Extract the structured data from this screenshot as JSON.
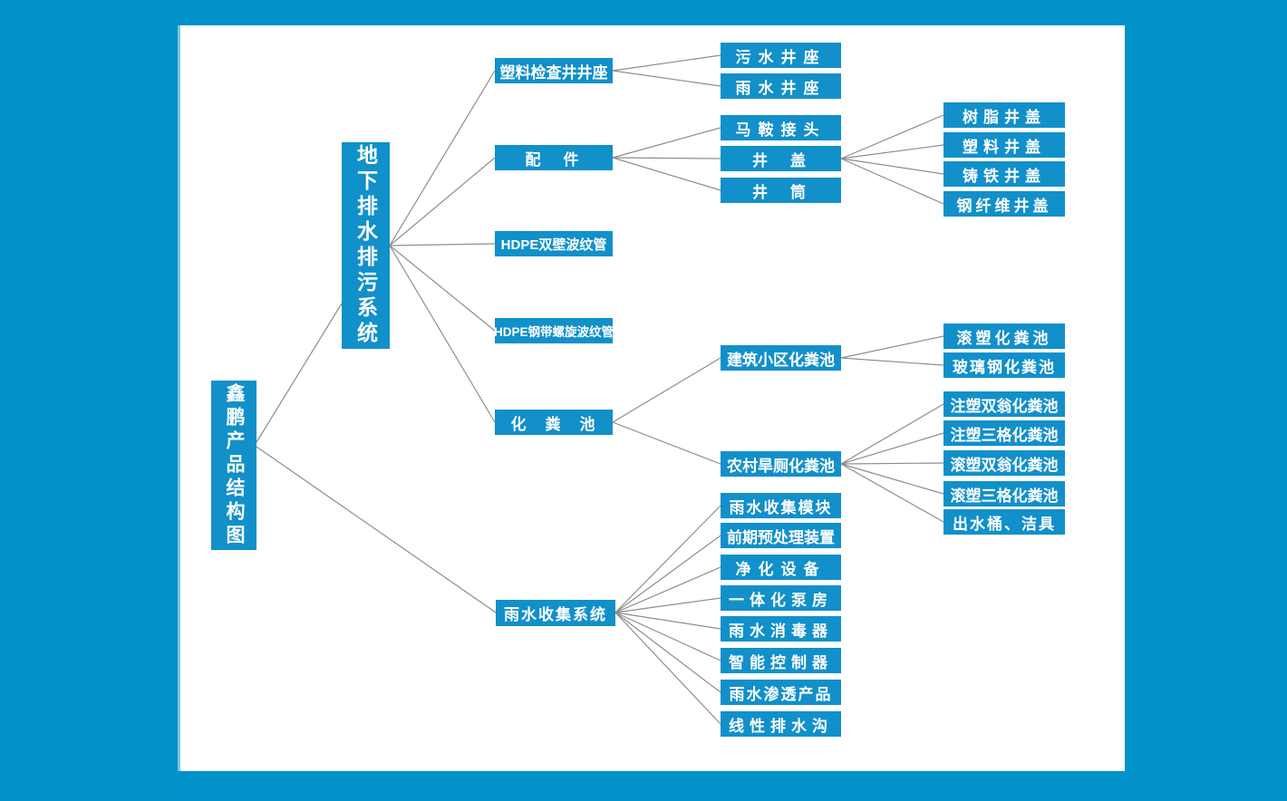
{
  "colors": {
    "background": "#0092c9",
    "panel": "#ffffff",
    "node_fill": "#1190ca",
    "node_text": "#ffffff",
    "connector": "#8d8d8d"
  },
  "tree": {
    "label": "鑫鹏产品结构图",
    "children": [
      {
        "label": "地下排水排污系统",
        "children": [
          {
            "label": "塑料检查井井座",
            "children": [
              {
                "label": "污水井座"
              },
              {
                "label": "雨水井座"
              }
            ]
          },
          {
            "label": "配　件",
            "children": [
              {
                "label": "马鞍接头"
              },
              {
                "label": "井　盖",
                "children": [
                  {
                    "label": "树脂井盖"
                  },
                  {
                    "label": "塑料井盖"
                  },
                  {
                    "label": "铸铁井盖"
                  },
                  {
                    "label": "钢纤维井盖"
                  }
                ]
              },
              {
                "label": "井　筒"
              }
            ]
          },
          {
            "label": "HDPE双壁波纹管"
          },
          {
            "label": "HDPE钢带螺旋波纹管"
          },
          {
            "label": "化　粪　池",
            "children": [
              {
                "label": "建筑小区化粪池",
                "children": [
                  {
                    "label": "滚塑化粪池"
                  },
                  {
                    "label": "玻璃钢化粪池"
                  }
                ]
              },
              {
                "label": "农村旱厕化粪池",
                "children": [
                  {
                    "label": "注塑双翁化粪池"
                  },
                  {
                    "label": "注塑三格化粪池"
                  },
                  {
                    "label": "滚塑双翁化粪池"
                  },
                  {
                    "label": "滚塑三格化粪池"
                  },
                  {
                    "label": "出水桶、洁具"
                  }
                ]
              }
            ]
          }
        ]
      },
      {
        "label": "雨水收集系统",
        "children": [
          {
            "label": "雨水收集模块"
          },
          {
            "label": "前期预处理装置"
          },
          {
            "label": "净化设备"
          },
          {
            "label": "一体化泵房"
          },
          {
            "label": "雨水消毒器"
          },
          {
            "label": "智能控制器"
          },
          {
            "label": "雨水渗透产品"
          },
          {
            "label": "线性排水沟"
          }
        ]
      }
    ]
  }
}
